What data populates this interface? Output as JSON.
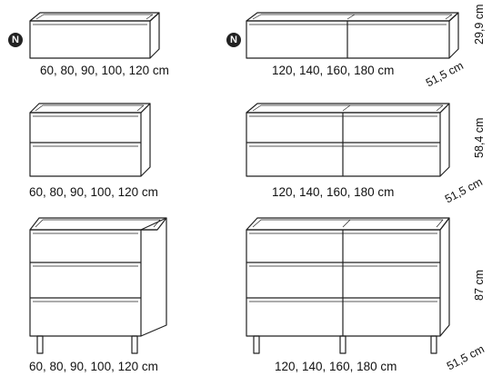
{
  "badges": {
    "new_mark": "N"
  },
  "widths": {
    "single": "60, 80, 90, 100, 120 cm",
    "double": "120, 140, 160, 180 cm"
  },
  "heights": {
    "row1": "29,9 cm",
    "row2": "58,4 cm",
    "row3": "87 cm"
  },
  "depth": "51,5 cm",
  "colors": {
    "line": "#222222",
    "badge": "#222222"
  }
}
